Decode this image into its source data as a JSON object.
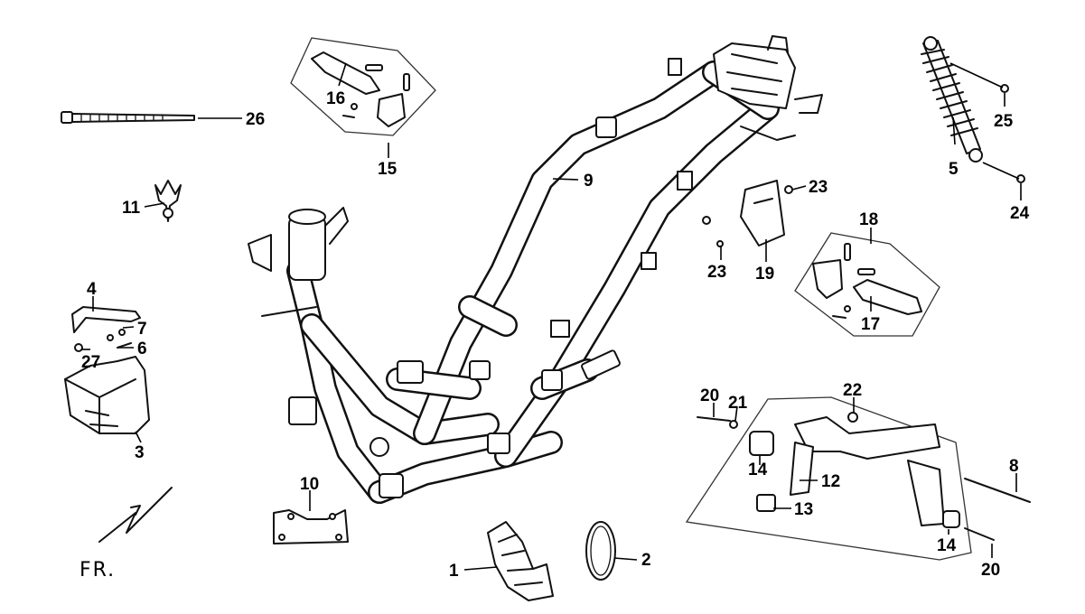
{
  "direction_label": "FR.",
  "callouts": {
    "c1": "1",
    "c2": "2",
    "c3": "3",
    "c4": "4",
    "c5": "5",
    "c6": "6",
    "c7": "7",
    "c8": "8",
    "c9": "9",
    "c10": "10",
    "c11": "11",
    "c12": "12",
    "c13": "13",
    "c14a": "14",
    "c14b": "14",
    "c15": "15",
    "c16": "16",
    "c17": "17",
    "c18": "18",
    "c19": "19",
    "c20a": "20",
    "c20b": "20",
    "c21": "21",
    "c22": "22",
    "c23a": "23",
    "c23b": "23",
    "c24": "24",
    "c25": "25",
    "c26": "26",
    "c27": "27"
  }
}
